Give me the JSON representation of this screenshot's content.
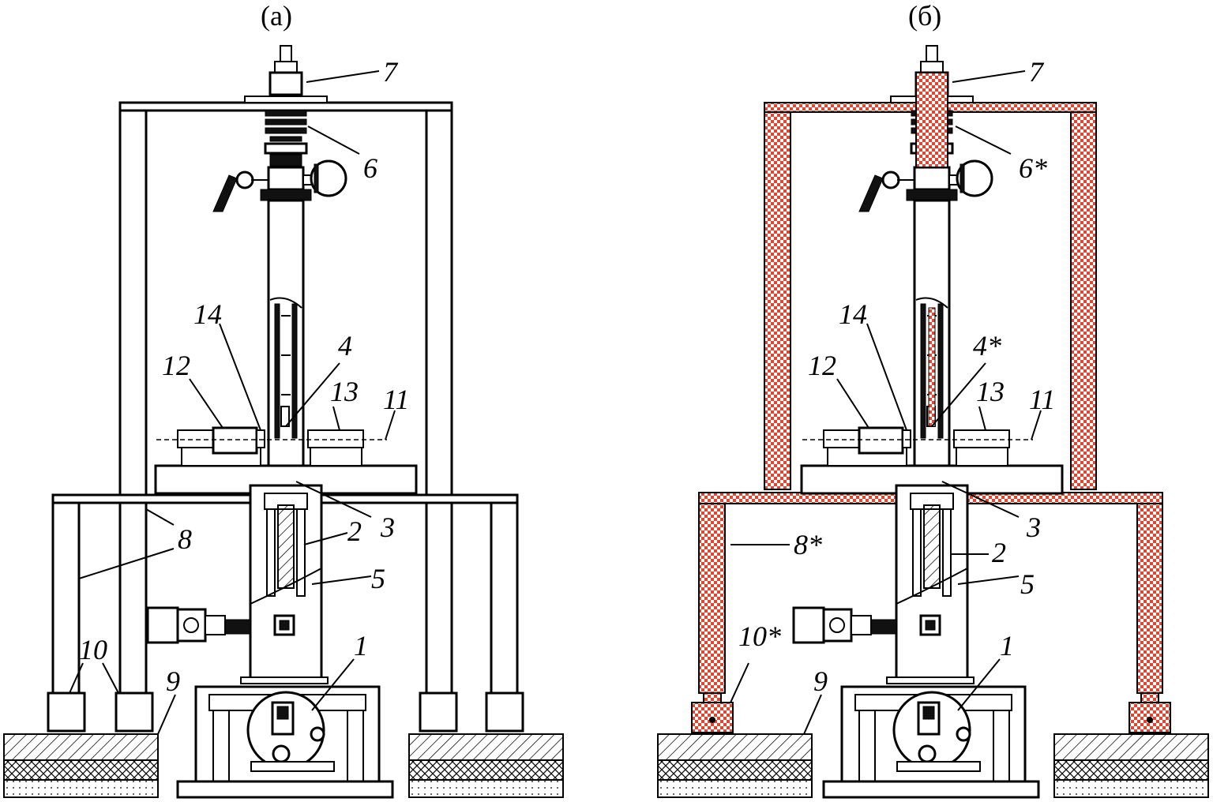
{
  "panels": [
    {
      "title": "(a)",
      "labels": {
        "l7": "7",
        "l6": "6",
        "l14": "14",
        "l4": "4",
        "l12": "12",
        "l13": "13",
        "l11": "11",
        "l3": "3",
        "l2": "2",
        "l8": "8",
        "l5": "5",
        "l10": "10",
        "l1": "1",
        "l9": "9"
      }
    },
    {
      "title": "(б)",
      "labels": {
        "l7": "7",
        "l6": "6*",
        "l14": "14",
        "l4": "4*",
        "l12": "12",
        "l13": "13",
        "l11": "11",
        "l3": "3",
        "l2": "2",
        "l8": "8*",
        "l5": "5",
        "l10": "10*",
        "l1": "1",
        "l9": "9"
      }
    }
  ],
  "colors": {
    "checker_red": "#e8432d",
    "line": "#000000"
  }
}
